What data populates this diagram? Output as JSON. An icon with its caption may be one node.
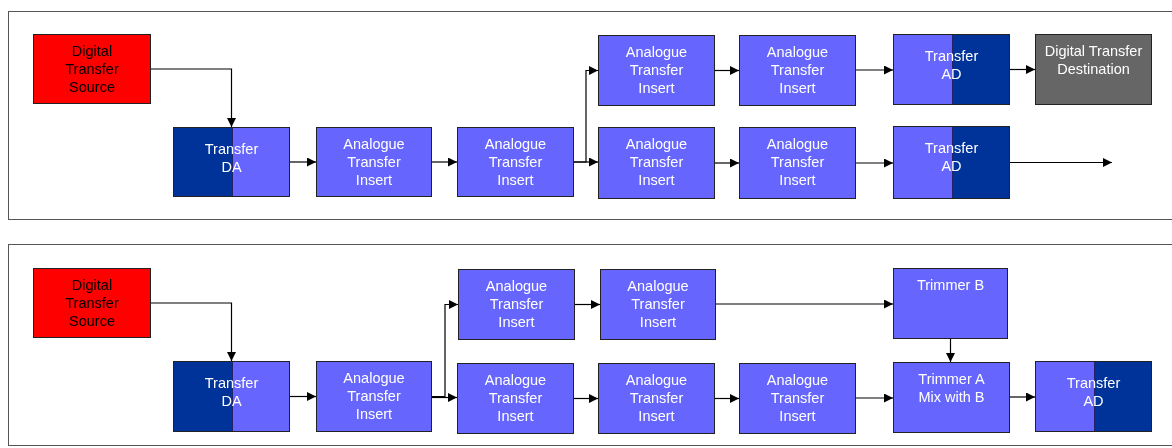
{
  "diagram": {
    "nodes": [
      {
        "text": [],
        "shape": "box"
      },
      {
        "text": [
          "Digital Transfer Source"
        ],
        "in": 0
      },
      {
        "text": [
          "Transfer DA"
        ],
        "in": 0
      },
      {
        "text": [
          "Analogue Transfer Insert"
        ],
        "in": 0
      },
      {
        "text": [
          "Analogue Transfer Insert"
        ],
        "in": 0
      },
      {
        "text": [
          "Analogue Transfer Insert"
        ],
        "in": 0
      },
      {
        "text": [
          "Analogue Transfer Insert"
        ],
        "in": 0
      },
      {
        "text": [
          "Transfer AD"
        ],
        "in": 0
      },
      {
        "text": [
          "Digital Transfer Destination"
        ],
        "in": 0
      },
      {
        "text": [
          "Analogue Transfer Insert"
        ],
        "in": 0
      },
      {
        "text": [
          "Analogue Transfer Insert"
        ],
        "in": 0
      },
      {
        "text": [
          "Transfer AD"
        ],
        "in": 0
      },
      {
        "text": [],
        "shape": "box"
      },
      {
        "text": [
          "Digital Transfer Source"
        ],
        "in": 12
      },
      {
        "text": [
          "Transfer DA"
        ],
        "in": 12
      },
      {
        "text": [
          "Analogue Transfer Insert"
        ],
        "in": 12
      },
      {
        "text": [
          "Analogue Transfer Insert"
        ],
        "in": 12
      },
      {
        "text": [
          "Analogue Transfer Insert"
        ],
        "in": 12
      },
      {
        "text": [
          "Trimmer B"
        ],
        "in": 12
      },
      {
        "text": [
          "Analogue Transfer Insert"
        ],
        "in": 12
      },
      {
        "text": [
          "Analogue Transfer Insert"
        ],
        "in": 12
      },
      {
        "text": [
          "Analogue Transfer Insert"
        ],
        "in": 12
      },
      {
        "text": [
          "Trimmer A Mix with B"
        ],
        "in": 12
      },
      {
        "text": [
          "Transfer AD"
        ],
        "in": 12
      }
    ],
    "edges": [
      {
        "from": 1,
        "to": 2,
        "arrow": "to"
      },
      {
        "from": 2,
        "to": 3,
        "arrow": "to"
      },
      {
        "from": 3,
        "to": 4,
        "arrow": "to"
      },
      {
        "from": 4,
        "to": 5,
        "arrow": "to"
      },
      {
        "from": 4,
        "to": 9,
        "arrow": "to"
      },
      {
        "from": 5,
        "to": 6,
        "arrow": "to"
      },
      {
        "from": 6,
        "to": 7,
        "arrow": "to"
      },
      {
        "from": 7,
        "to": 8,
        "arrow": "to"
      },
      {
        "from": 9,
        "to": 10,
        "arrow": "to"
      },
      {
        "from": 10,
        "to": 11,
        "arrow": "to"
      },
      {
        "from": 11,
        "to": null,
        "arrow": "to"
      },
      {
        "from": 13,
        "to": 14,
        "arrow": "to"
      },
      {
        "from": 14,
        "to": 15,
        "arrow": "to"
      },
      {
        "from": 15,
        "to": 16,
        "arrow": "to"
      },
      {
        "from": 15,
        "to": 19,
        "arrow": "to"
      },
      {
        "from": 16,
        "to": 17,
        "arrow": "to"
      },
      {
        "from": 17,
        "to": 18,
        "arrow": "to"
      },
      {
        "from": 18,
        "to": 22,
        "arrow": "to"
      },
      {
        "from": 19,
        "to": 20,
        "arrow": "to"
      },
      {
        "from": 20,
        "to": 21,
        "arrow": "to"
      },
      {
        "from": 21,
        "to": 22,
        "arrow": "to"
      },
      {
        "from": 22,
        "to": 23,
        "arrow": "to"
      }
    ]
  }
}
